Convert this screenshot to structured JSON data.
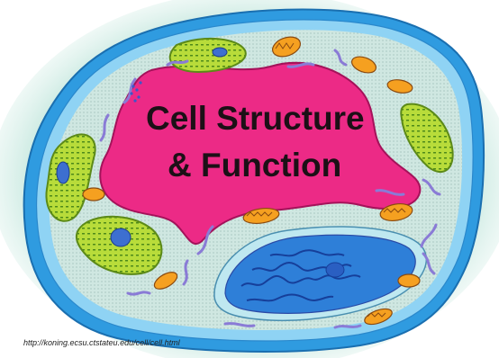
{
  "title": {
    "line1": "Cell Structure",
    "line2": "& Function"
  },
  "source_url": "http://koning.ecsu.ctstateu.edu/cell/cell.html",
  "colors": {
    "background_glow": "#9ed8c8",
    "cell_wall": "#2f9be0",
    "cell_wall_light": "#8fd3f4",
    "cytoplasm": "#cfe7e1",
    "vacuole": "#ec2a86",
    "vacuole_outline": "#a4125a",
    "nucleus": "#2e7fd8",
    "nucleus_outline": "#2a4aa6",
    "nucleus_envelope": "#bfe8f0",
    "chloroplast": "#b8dc3a",
    "chloroplast_outline": "#5c8a18",
    "mitochondrion": "#f5a020",
    "er": "#8a7bd6",
    "text": "#1c1016"
  },
  "organelles": [
    "cell-wall",
    "cell-membrane",
    "cytoplasm",
    "central-vacuole",
    "nucleus",
    "chloroplast",
    "mitochondrion",
    "endoplasmic-reticulum"
  ]
}
